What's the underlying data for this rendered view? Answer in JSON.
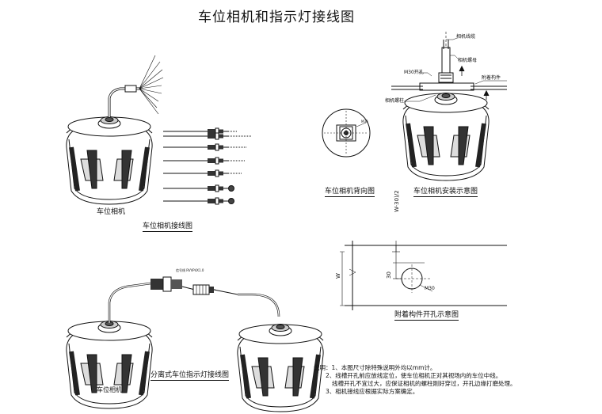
{
  "title": "车位相机和指示灯接线图",
  "labels": {
    "camera_top": "车位相机",
    "wiring_caption": "车位相机接线图",
    "back_caption": "车位相机背向图",
    "install_caption": "车位相机安装示意图",
    "hole_caption": "附着构件开孔示意图",
    "split_caption": "分离式车位指示灯接线图",
    "camera_bottom": "车位相机",
    "cable": "相机线缆",
    "nut": "相机螺母",
    "hole": "M30开孔",
    "attach": "附着构件",
    "bolt": "相机螺柱",
    "dim_w_half": "W-30)/2",
    "dim_w": "W",
    "dim_30": "30",
    "m30": "M30",
    "m30_small": "M30",
    "signal_line": "信号线 RVVP4X1.0"
  },
  "notes": [
    "说明：1、本图尺寸除特殊说明外均以mm计。",
    "2、线槽开孔前应放线定位，使车位相机正对其视场内的车位中线。",
    "线槽开孔不宜过大，应保证相机的螺柱刚好穿过，开孔边缘打磨处理。",
    "3、相机接线应根据实际方案确定。"
  ]
}
